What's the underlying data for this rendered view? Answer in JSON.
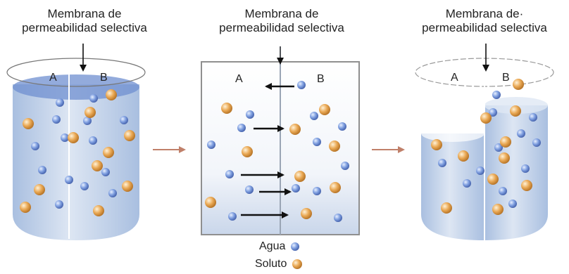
{
  "panels": [
    {
      "caption_line1": "Membrana de",
      "caption_line2": "permeabilidad selectiva",
      "label_a": "A",
      "label_b": "B"
    },
    {
      "caption_line1": "Membrana de",
      "caption_line2": "permeabilidad selectiva",
      "label_a": "A",
      "label_b": "B"
    },
    {
      "caption_line1": "Membrana de·",
      "caption_line2": "permeabilidad selectiva",
      "label_a": "A",
      "label_b": "B"
    }
  ],
  "legend": {
    "water_label": "Agua",
    "solute_label": "Soluto"
  },
  "colors": {
    "water": "#7f9fe0",
    "solute": "#e9a955",
    "liquid": "#b9cbe6",
    "arrow_between": "#c0806a"
  }
}
